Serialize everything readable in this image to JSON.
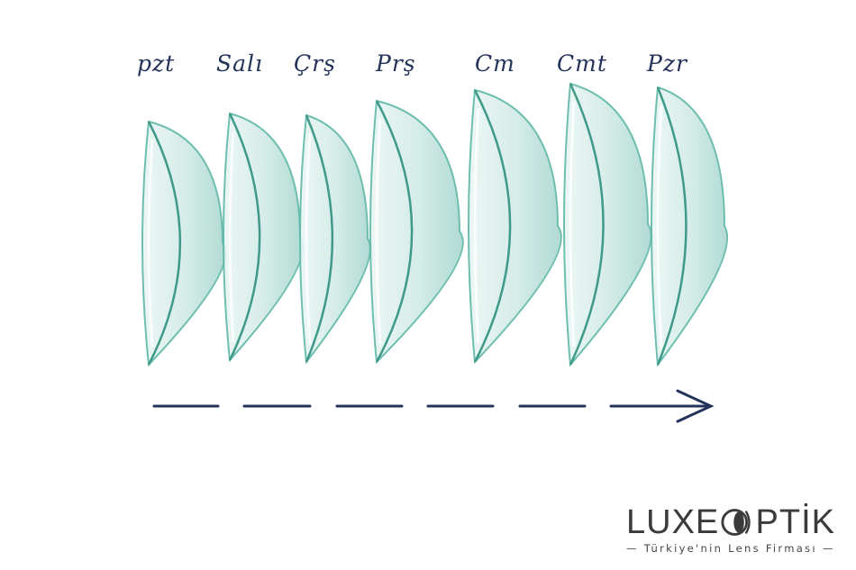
{
  "days": [
    "pzt",
    "Salı",
    "Çrş",
    "Prş",
    "Cm",
    "Cmt",
    "Pzr"
  ],
  "logo": {
    "text_left": "LUXE",
    "text_right": "PTİK",
    "tagline": "— Türkiye'nin Lens Firması —"
  },
  "colors": {
    "label": "#23335a",
    "arrow": "#23335a",
    "lens_edge": "#5fb8a8",
    "lens_fill": "#d6ecea"
  }
}
